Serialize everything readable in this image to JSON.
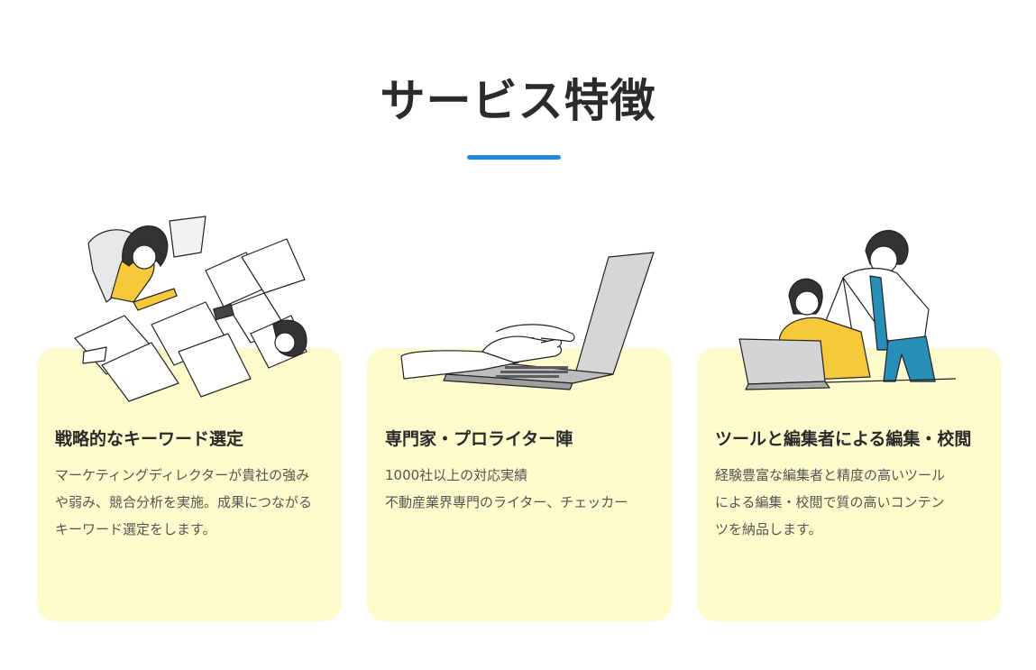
{
  "section": {
    "title": "サービス特徴"
  },
  "cards": [
    {
      "title": "戦略的なキーワード選定",
      "lines": [
        "マーケティングディレクターが貴社の強み",
        "や弱み、競合分析を実施。成果につながる",
        "キーワード選定をします。"
      ]
    },
    {
      "title": "専門家・プロライター陣",
      "lines": [
        "1000社以上の対応実績",
        "不動産業界専門のライター、チェッカー"
      ]
    },
    {
      "title": "ツールと編集者による編集・校閲",
      "lines": [
        "経験豊富な編集者と精度の高いツール",
        "による編集・校閲で質の高いコンテン",
        "ツを納品します。"
      ]
    }
  ],
  "colors": {
    "accent": "#1e88e5",
    "card_background": "#fefbcd",
    "illustration_yellow": "#f5c93a",
    "illustration_blue": "#2a8fb8"
  },
  "icons": [
    "team-meeting-illustration",
    "laptop-typing-illustration",
    "coworkers-laptop-illustration"
  ]
}
